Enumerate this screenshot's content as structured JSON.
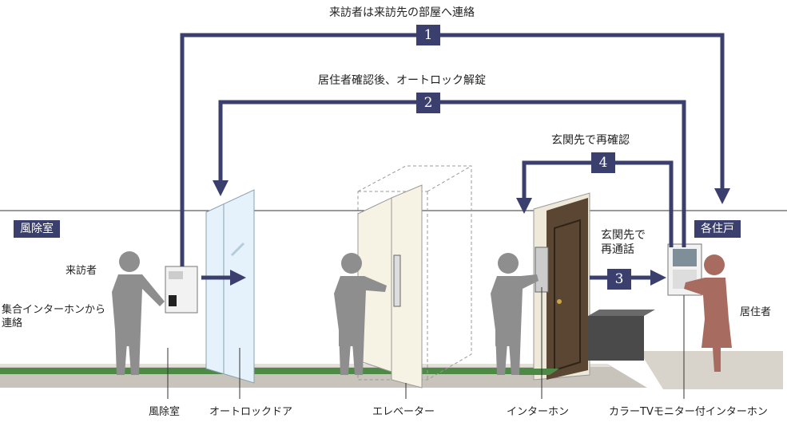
{
  "steps": [
    {
      "num": "1",
      "text": "来訪者は来訪先の部屋へ連絡"
    },
    {
      "num": "2",
      "text": "居住者確認後、オートロック解錠"
    },
    {
      "num": "3",
      "text": "玄関先で\n再通話"
    },
    {
      "num": "4",
      "text": "玄関先で再確認"
    }
  ],
  "area_tags": {
    "left": "風除室",
    "right": "各住戸"
  },
  "labels": {
    "visitor": "来訪者",
    "intercom_contact": "集合インターホンから\n連絡",
    "resident": "居住者",
    "windbreak_room": "風除室",
    "auto_lock_door": "オートロックドア",
    "elevator": "エレベーター",
    "interphone": "インターホン",
    "color_tv_interphone": "カラーTVモニター付インターホン"
  },
  "colors": {
    "arrow": "#3a3f6e",
    "figure": "#8e8e8e",
    "resident": "#a86b5f",
    "floor_green": "#4c8a46",
    "door": "#5a4632"
  }
}
